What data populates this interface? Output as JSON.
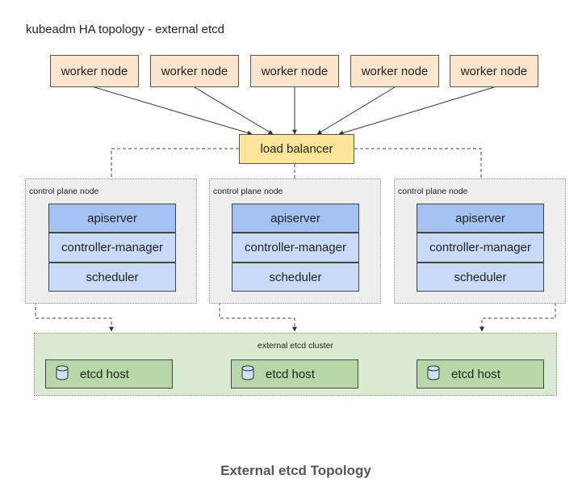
{
  "title": "kubeadm HA topology - external etcd",
  "workers": [
    "worker node",
    "worker node",
    "worker node",
    "worker node",
    "worker node"
  ],
  "load_balancer": "load balancer",
  "control_planes": [
    {
      "label": "control plane node",
      "components": [
        "apiserver",
        "controller-manager",
        "scheduler"
      ]
    },
    {
      "label": "control plane node",
      "components": [
        "apiserver",
        "controller-manager",
        "scheduler"
      ]
    },
    {
      "label": "control plane node",
      "components": [
        "apiserver",
        "controller-manager",
        "scheduler"
      ]
    }
  ],
  "etcd_cluster": {
    "label": "external etcd cluster",
    "hosts": [
      "etcd host",
      "etcd host",
      "etcd host"
    ]
  },
  "caption": "External etcd Topology",
  "colors": {
    "worker": "#fce5cd",
    "load_balancer": "#ffe599",
    "apiserver": "#a4c2f4",
    "component": "#c9daf8",
    "etcd_cluster": "#d9ead3",
    "etcd_host": "#b6d7a8"
  },
  "icons": {
    "etcd_host": "database-cylinder-icon"
  }
}
